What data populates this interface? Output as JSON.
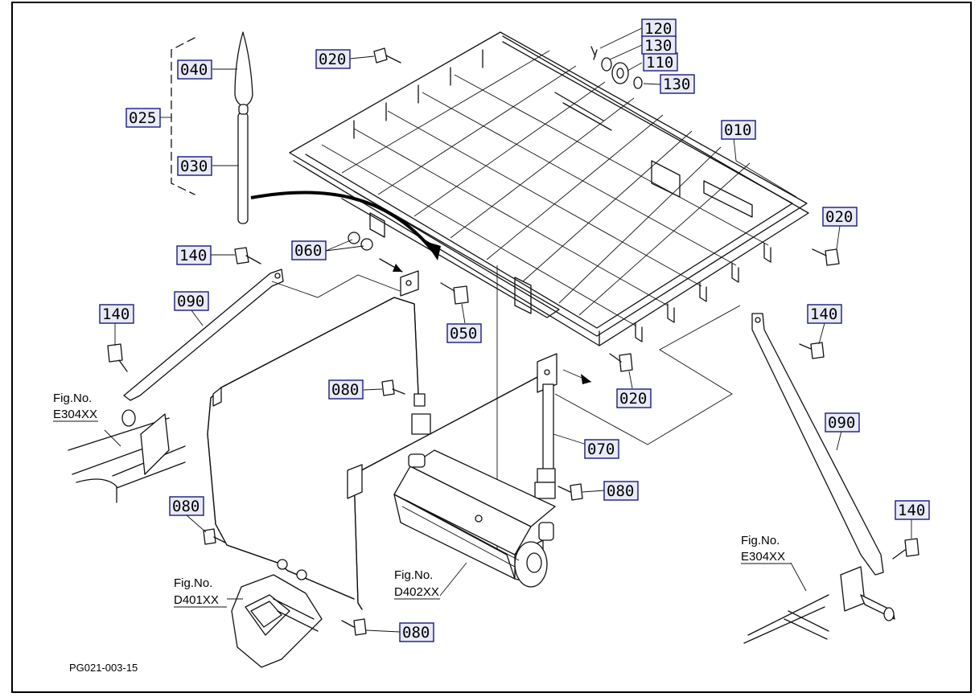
{
  "diagram": {
    "page_code": "PG021-003-15",
    "callouts": [
      {
        "id": "c-010",
        "text": "010"
      },
      {
        "id": "c-020a",
        "text": "020"
      },
      {
        "id": "c-020b",
        "text": "020"
      },
      {
        "id": "c-020c",
        "text": "020"
      },
      {
        "id": "c-025",
        "text": "025"
      },
      {
        "id": "c-030",
        "text": "030"
      },
      {
        "id": "c-040",
        "text": "040"
      },
      {
        "id": "c-050",
        "text": "050"
      },
      {
        "id": "c-060",
        "text": "060"
      },
      {
        "id": "c-070",
        "text": "070"
      },
      {
        "id": "c-080a",
        "text": "080"
      },
      {
        "id": "c-080b",
        "text": "080"
      },
      {
        "id": "c-080c",
        "text": "080"
      },
      {
        "id": "c-080d",
        "text": "080"
      },
      {
        "id": "c-090a",
        "text": "090"
      },
      {
        "id": "c-090b",
        "text": "090"
      },
      {
        "id": "c-110",
        "text": "110"
      },
      {
        "id": "c-120",
        "text": "120"
      },
      {
        "id": "c-130a",
        "text": "130"
      },
      {
        "id": "c-130b",
        "text": "130"
      },
      {
        "id": "c-140a",
        "text": "140"
      },
      {
        "id": "c-140b",
        "text": "140"
      },
      {
        "id": "c-140c",
        "text": "140"
      },
      {
        "id": "c-140d",
        "text": "140"
      }
    ],
    "figure_refs": [
      {
        "id": "f-e304-left",
        "line1": "Fig.No.",
        "line2": "E304XX"
      },
      {
        "id": "f-e304-right",
        "line1": "Fig.No.",
        "line2": "E304XX"
      },
      {
        "id": "f-d401",
        "line1": "Fig.No.",
        "line2": "D401XX"
      },
      {
        "id": "f-d402",
        "line1": "Fig.No.",
        "line2": "D402XX"
      }
    ]
  }
}
